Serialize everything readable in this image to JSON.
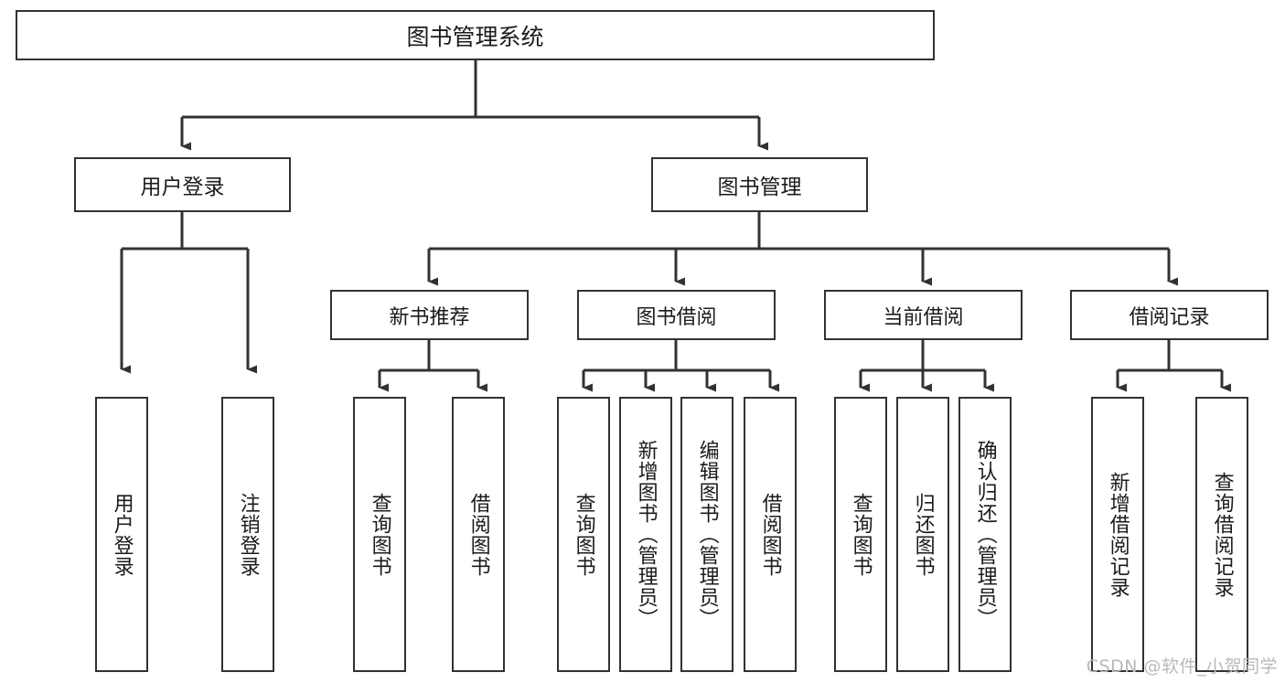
{
  "diagram": {
    "type": "tree-hierarchy",
    "title": "图书管理系统",
    "root": {
      "label": "图书管理系统",
      "id": "root"
    },
    "level2": [
      {
        "id": "user-login",
        "label": "用户登录"
      },
      {
        "id": "book-management",
        "label": "图书管理"
      }
    ],
    "level3": [
      {
        "id": "new-book-recommend",
        "label": "新书推荐",
        "parent": "book-management"
      },
      {
        "id": "book-borrow",
        "label": "图书借阅",
        "parent": "book-management"
      },
      {
        "id": "current-borrow",
        "label": "当前借阅",
        "parent": "book-management"
      },
      {
        "id": "borrow-record",
        "label": "借阅记录",
        "parent": "book-management"
      }
    ],
    "leaves": [
      {
        "id": "leaf-user-login",
        "label": "用户登录",
        "parent": "user-login"
      },
      {
        "id": "leaf-logout-login",
        "label": "注销登录",
        "parent": "user-login"
      },
      {
        "id": "leaf-query-book-1",
        "label": "查询图书",
        "parent": "new-book-recommend"
      },
      {
        "id": "leaf-borrow-book-1",
        "label": "借阅图书",
        "parent": "new-book-recommend"
      },
      {
        "id": "leaf-query-book-2",
        "label": "查询图书",
        "parent": "book-borrow"
      },
      {
        "id": "leaf-add-book",
        "label": "新增图书（管理员）",
        "parent": "book-borrow"
      },
      {
        "id": "leaf-edit-book",
        "label": "编辑图书（管理员）",
        "parent": "book-borrow"
      },
      {
        "id": "leaf-borrow-book-2",
        "label": "借阅图书",
        "parent": "book-borrow"
      },
      {
        "id": "leaf-query-book-3",
        "label": "查询图书",
        "parent": "current-borrow"
      },
      {
        "id": "leaf-return-book",
        "label": "归还图书",
        "parent": "current-borrow"
      },
      {
        "id": "leaf-confirm-return",
        "label": "确认归还（管理员）",
        "parent": "current-borrow"
      },
      {
        "id": "leaf-add-record",
        "label": "新增借阅记录",
        "parent": "borrow-record"
      },
      {
        "id": "leaf-query-record",
        "label": "查询借阅记录",
        "parent": "borrow-record"
      }
    ],
    "colors": {
      "stroke": "#323232",
      "fill": "#ffffff",
      "text": "#1b1b1b",
      "watermark": "#b9b9b9"
    }
  },
  "watermark": {
    "text": "CSDN @软件_小贺同学"
  }
}
